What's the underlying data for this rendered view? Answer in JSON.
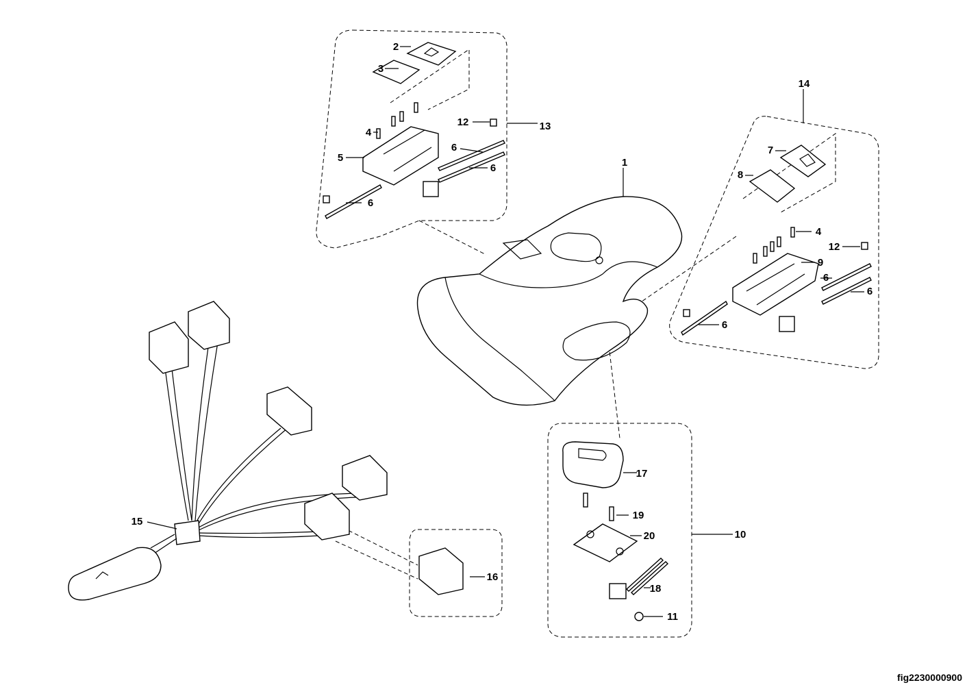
{
  "diagram": {
    "figure_id": "fig2230000900",
    "callouts": {
      "c1": "1",
      "c2": "2",
      "c3": "3",
      "c4a": "4",
      "c4b": "4",
      "c5": "5",
      "c6a": "6",
      "c6b": "6",
      "c6c": "6",
      "c6d": "6",
      "c6e": "6",
      "c6f": "6",
      "c7": "7",
      "c8": "8",
      "c9": "9",
      "c10": "10",
      "c11": "11",
      "c12a": "12",
      "c12b": "12",
      "c13": "13",
      "c14": "14",
      "c15": "15",
      "c16": "16",
      "c17": "17",
      "c18": "18",
      "c19": "19",
      "c20": "20"
    }
  }
}
